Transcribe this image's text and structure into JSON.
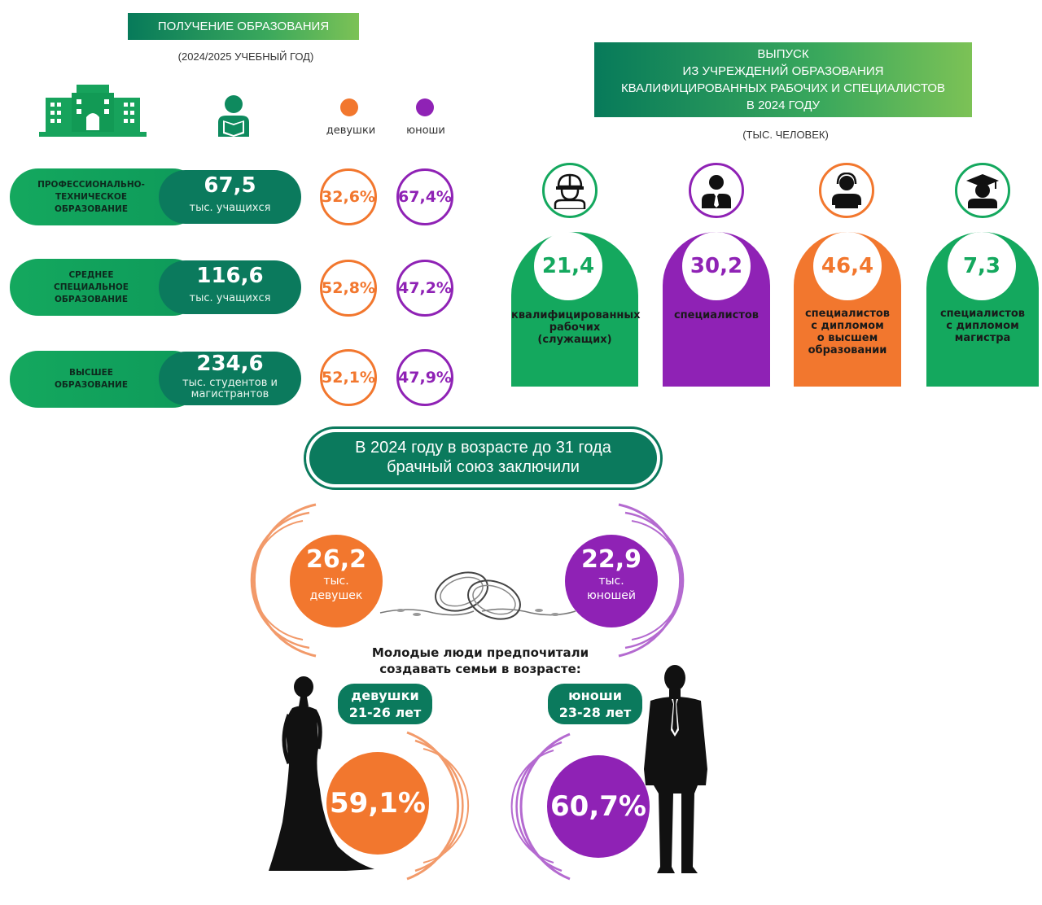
{
  "left": {
    "title": "ПОЛУЧЕНИЕ ОБРАЗОВАНИЯ",
    "subtitle": "(2024/2025 УЧЕБНЫЙ ГОД)",
    "legend": {
      "girls": "девушки",
      "boys": "юноши"
    },
    "rows": [
      {
        "label": "ПРОФЕССИОНАЛЬНО-\nТЕХНИЧЕСКОЕ\nОБРАЗОВАНИЕ",
        "value": "67,5",
        "unit": "тыс. учащихся",
        "girls": "32,6%",
        "boys": "67,4%"
      },
      {
        "label": "СРЕДНЕЕ\nСПЕЦИАЛЬНОЕ\nОБРАЗОВАНИЕ",
        "value": "116,6",
        "unit": "тыс. учащихся",
        "girls": "52,8%",
        "boys": "47,2%"
      },
      {
        "label": "ВЫСШЕЕ\nОБРАЗОВАНИЕ",
        "value": "234,6",
        "unit": "тыс. студентов и\nмагистрантов",
        "girls": "52,1%",
        "boys": "47,9%"
      }
    ]
  },
  "right": {
    "title": "ВЫПУСК\nИЗ УЧРЕЖДЕНИЙ ОБРАЗОВАНИЯ\nКВАЛИФИЦИРОВАННЫХ РАБОЧИХ И СПЕЦИАЛИСТОВ\nВ 2024 ГОДУ",
    "subtitle": "(ТЫС. ЧЕЛОВЕК)",
    "columns": [
      {
        "value": "21,4",
        "label": "квалифицированных\nрабочих\n(служащих)",
        "icon": "worker-helmet-icon"
      },
      {
        "value": "30,2",
        "label": "специалистов",
        "icon": "specialist-tie-icon"
      },
      {
        "value": "46,4",
        "label": "специалистов\nс дипломом\nо высшем\nобразовании",
        "icon": "operator-headset-icon"
      },
      {
        "value": "7,3",
        "label": "специалистов\nс дипломом\nмагистра",
        "icon": "graduate-cap-icon"
      }
    ]
  },
  "marriage": {
    "banner": "В 2024 году в возрасте до 31 года\nбрачный союз заключили",
    "girls": {
      "value": "26,2",
      "unit": "тыс.\nдевушек"
    },
    "boys": {
      "value": "22,9",
      "unit": "тыс.\nюношей"
    },
    "pref_title": "Молодые люди предпочитали\nсоздавать семьи в возрасте:",
    "girls_age": "девушки\n21-26 лет",
    "boys_age": "юноши\n23-28 лет",
    "girls_pct": "59,1%",
    "boys_pct": "60,7%"
  },
  "colors": {
    "green": "#0b7a5d",
    "green_light": "#14a85e",
    "orange": "#f2772e",
    "purple": "#8f22b5"
  }
}
